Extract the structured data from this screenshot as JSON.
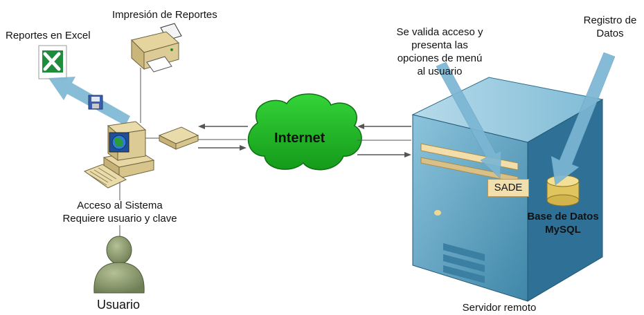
{
  "labels": {
    "reportes_excel": "Reportes en Excel",
    "impresion_reportes": "Impresión de Reportes",
    "acceso_line1": "Acceso al Sistema",
    "acceso_line2": "Requiere usuario y clave",
    "usuario": "Usuario",
    "internet": "Internet",
    "valida_line1": "Se valida acceso y",
    "valida_line2": "presenta las",
    "valida_line3": "opciones de menú",
    "valida_line4": "al usuario",
    "registro_line1": "Registro de",
    "registro_line2": "Datos",
    "sade": "SADE",
    "bd_line1": "Base de Datos",
    "bd_line2": "MySQL",
    "servidor": "Servidor remoto"
  },
  "icons": [
    "excel-icon",
    "printer-icon",
    "save-disk-icon",
    "computer-icon",
    "keyboard-icon",
    "modem-icon",
    "user-icon",
    "cloud-icon",
    "server-icon",
    "database-icon"
  ],
  "colors": {
    "cloud": "#22b526",
    "server": "#6fb3cf",
    "arrow_blue": "#7bb6d3",
    "beige": "#eadcaa",
    "user": "#8d9c72"
  }
}
